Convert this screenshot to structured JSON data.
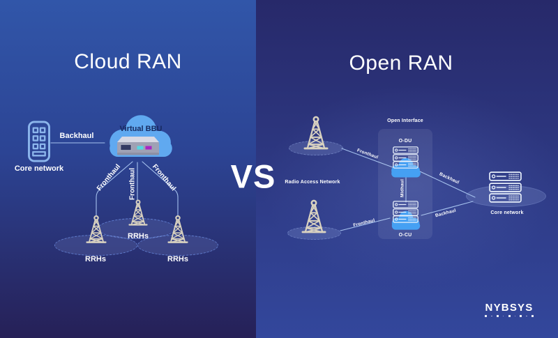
{
  "cloud_ran": {
    "title": "Cloud RAN",
    "core_network_label": "Core network",
    "backhaul_label": "Backhaul",
    "virtual_bbu_label": "Virtual BBU",
    "fronthaul_labels": [
      "Fronthaul",
      "Fronthaul",
      "Fronthaul"
    ],
    "rrh_labels": [
      "RRHs",
      "RRHs",
      "RRHs"
    ]
  },
  "divider": {
    "vs_label": "VS"
  },
  "open_ran": {
    "title": "Open RAN",
    "radio_access_network_label": "Radio Access Network",
    "open_interface_label": "Open Interface",
    "odu_label": "O-DU",
    "midhaul_label": "Midhaul",
    "ocu_label": "O-CU",
    "fronthaul_labels": [
      "Fronthaul",
      "Fronthaul"
    ],
    "backhaul_labels": [
      "Backhaul",
      "Backhaul"
    ],
    "core_network_label": "Core network"
  },
  "branding": {
    "logo": "NYBSYS"
  },
  "colors": {
    "left_bg_top": "#3156a9",
    "left_bg_bottom": "#262057",
    "right_bg_top": "#27296a",
    "right_bg_bottom": "#33479c",
    "cloud_left": "#60a9f0",
    "cloud_right": "#45a0f3",
    "tower": "#d9d2c0",
    "connection_line": "#a6c2ee",
    "outline_icon": "#8cb6ec",
    "server_outline": "#e8f0fb",
    "bbu_text": "#16295e"
  }
}
